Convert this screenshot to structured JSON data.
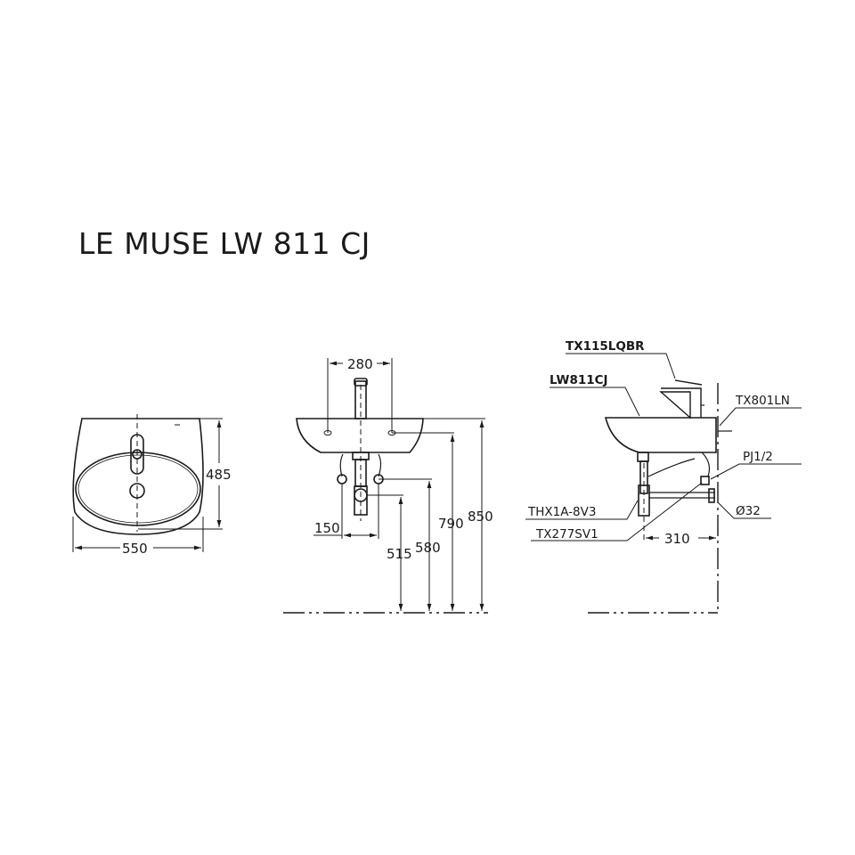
{
  "title": "LE MUSE LW 811 CJ",
  "top_view": {
    "width_dim": "550",
    "depth_dim": "485"
  },
  "front_view": {
    "hole_spacing_dim": "280",
    "supply_spacing_dim": "150",
    "heights": {
      "trap_outlet": "515",
      "supply_inlet": "580",
      "overflow": "790",
      "rim": "850"
    }
  },
  "side_view": {
    "labels": {
      "faucet": "TX115LQBR",
      "basin": "LW811CJ",
      "bracket": "TX801LN",
      "stop_valve": "PJ1/2",
      "trap": "THX1A-8V3",
      "supply_hose": "TX277SV1",
      "drain_dia": "Ø32"
    },
    "wall_offset_dim": "310"
  }
}
